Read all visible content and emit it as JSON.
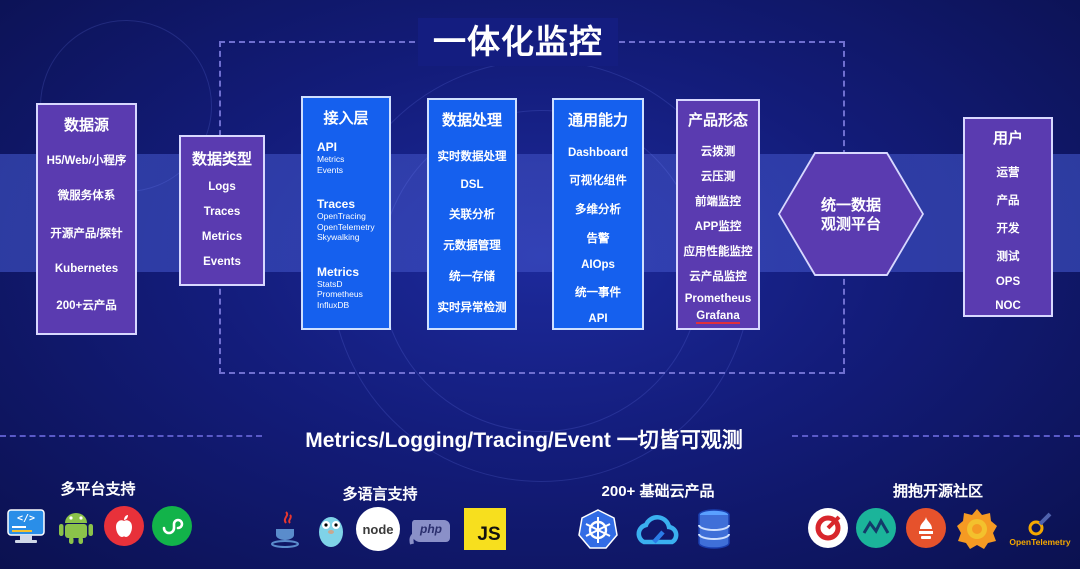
{
  "main_title": "一体化监控",
  "datasource": {
    "title": "数据源",
    "items": [
      "H5/Web/小程序",
      "微服务体系",
      "开源产品/探针",
      "Kubernetes",
      "200+云产品"
    ]
  },
  "datatype": {
    "title": "数据类型",
    "items": [
      "Logs",
      "Traces",
      "Metrics",
      "Events"
    ]
  },
  "ingest": {
    "title": "接入层",
    "groups": [
      {
        "title": "API",
        "subs": [
          "Metrics",
          "Events"
        ]
      },
      {
        "title": "Traces",
        "subs": [
          "OpenTracing",
          "OpenTelemetry",
          "Skywalking"
        ]
      },
      {
        "title": "Metrics",
        "subs": [
          "StatsD",
          "Prometheus",
          "InfluxDB"
        ]
      }
    ]
  },
  "processing": {
    "title": "数据处理",
    "items": [
      "实时数据处理",
      "DSL",
      "关联分析",
      "元数据管理",
      "统一存储",
      "实时异常检测"
    ]
  },
  "capability": {
    "title": "通用能力",
    "items": [
      "Dashboard",
      "可视化组件",
      "多维分析",
      "告警",
      "AIOps",
      "统一事件",
      "API"
    ]
  },
  "product": {
    "title": "产品形态",
    "items": [
      "云拨测",
      "云压测",
      "前端监控",
      "APP监控",
      "应用性能监控",
      "云产品监控",
      "Prometheus",
      "Grafana"
    ]
  },
  "platform": {
    "line1": "统一数据",
    "line2": "观测平台"
  },
  "users": {
    "title": "用户",
    "items": [
      "运营",
      "产品",
      "开发",
      "测试",
      "OPS",
      "NOC"
    ]
  },
  "tagline": "Metrics/Logging/Tracing/Event 一切皆可观测",
  "sections": {
    "multiplatform": "多平台支持",
    "multilang": "多语言支持",
    "cloudproducts": "200+ 基础云产品",
    "opensource": "拥抱开源社区"
  },
  "logo_text": {
    "js": "JS",
    "php": "php",
    "node": "node",
    "opentelemetry": "OpenTelemetry",
    "code": "</>"
  },
  "colors": {
    "background": "#131c7a",
    "purple_box": "#5a3bb0",
    "blue_box": "#1560ee"
  }
}
